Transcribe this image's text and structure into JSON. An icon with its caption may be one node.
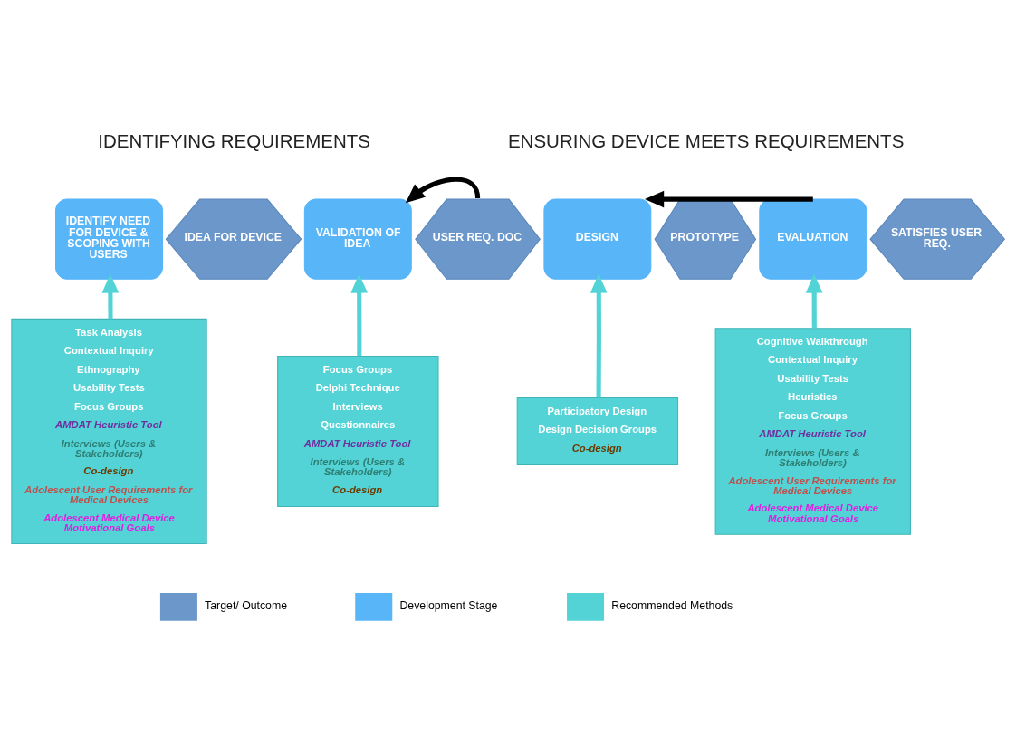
{
  "diagram": {
    "nodes": [
      {
        "text": [
          "IDENTIFY NEED FOR DEVICE & SCOPING WITH USERS"
        ]
      },
      {
        "text": [
          "IDEA FOR DEVICE"
        ]
      },
      {
        "text": [
          "VALIDATION OF IDEA"
        ]
      },
      {
        "text": [
          "USER REQ. DOC"
        ]
      },
      {
        "text": [
          "DESIGN"
        ]
      },
      {
        "text": [
          "PROTOTYPE"
        ]
      },
      {
        "text": [
          "EVALUATION"
        ]
      },
      {
        "text": [
          "SATISFIES USER REQ."
        ]
      },
      {
        "text": [
          "Task Analysis",
          "Contextual Inquiry",
          "Ethnography",
          "Usability Tests",
          "Focus Groups",
          "AMDAT Heuristic Tool",
          "Interviews (Users & Stakeholders)",
          "Co-design",
          "Adolescent User Requirements for Medical Devices",
          "Adolescent Medical Device Motivational Goals"
        ]
      },
      {
        "text": [
          "Focus Groups",
          "Delphi Technique",
          "Interviews",
          "Questionnaires",
          "AMDAT Heuristic Tool",
          "Interviews (Users & Stakeholders)",
          "Co-design"
        ]
      },
      {
        "text": [
          "Participatory Design",
          "Design Decision Groups",
          "Co-design"
        ]
      },
      {
        "text": [
          "Cognitive Walkthrough",
          "Contextual Inquiry",
          "Usability Tests",
          "Heuristics",
          "Focus Groups",
          "AMDAT Heuristic Tool",
          "Interviews (Users & Stakeholders)",
          "Adolescent User Requirements for Medical Devices",
          "Adolescent Medical Device Motivational Goals"
        ]
      }
    ],
    "edges": [
      {
        "from": 8,
        "to": 0,
        "arrow": "to"
      },
      {
        "from": 9,
        "to": 2,
        "arrow": "to"
      },
      {
        "from": 10,
        "to": 4,
        "arrow": "to"
      },
      {
        "from": 11,
        "to": 6,
        "arrow": "to"
      },
      {
        "from": 3,
        "to": 2,
        "arrow": "to",
        "color": "#000000"
      },
      {
        "from": 6,
        "to": 4,
        "arrow": "to",
        "color": "#000000"
      }
    ],
    "labels": [
      "IDENTIFYING REQUIREMENTS",
      "ENSURING DEVICE MEETS REQUIREMENTS"
    ],
    "legend": [
      {
        "text": "Target/ Outcome",
        "color": "#6b97cb"
      },
      {
        "text": "Development Stage",
        "color": "#57b5f8"
      },
      {
        "text": "Recommended Methods",
        "color": "#53d3d6"
      }
    ]
  }
}
